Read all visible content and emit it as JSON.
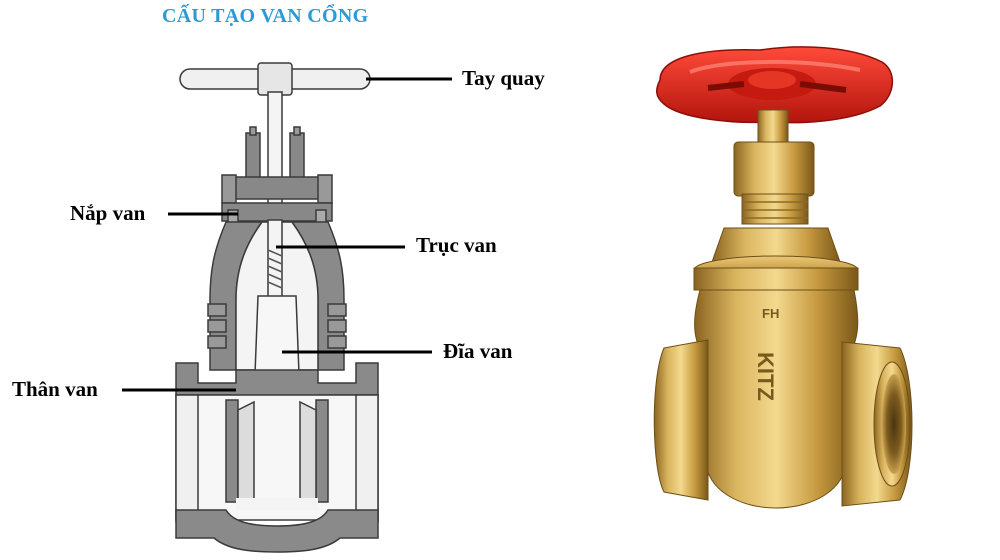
{
  "title": "CẤU TẠO VAN CỔNG",
  "labels": {
    "handwheel": "Tay quay",
    "bonnet": "Nắp van",
    "stem": "Trục van",
    "disc": "Đĩa van",
    "body": "Thân van"
  },
  "photo": {
    "body_marking_1": "FH",
    "body_marking_2": "KITZ"
  },
  "colors": {
    "title": "#2a9bd6",
    "cutaway_wall": "#808080",
    "cutaway_inner": "#f2f2f2",
    "handwheel_red": "#e0261c",
    "brass": "#c9a24b"
  }
}
